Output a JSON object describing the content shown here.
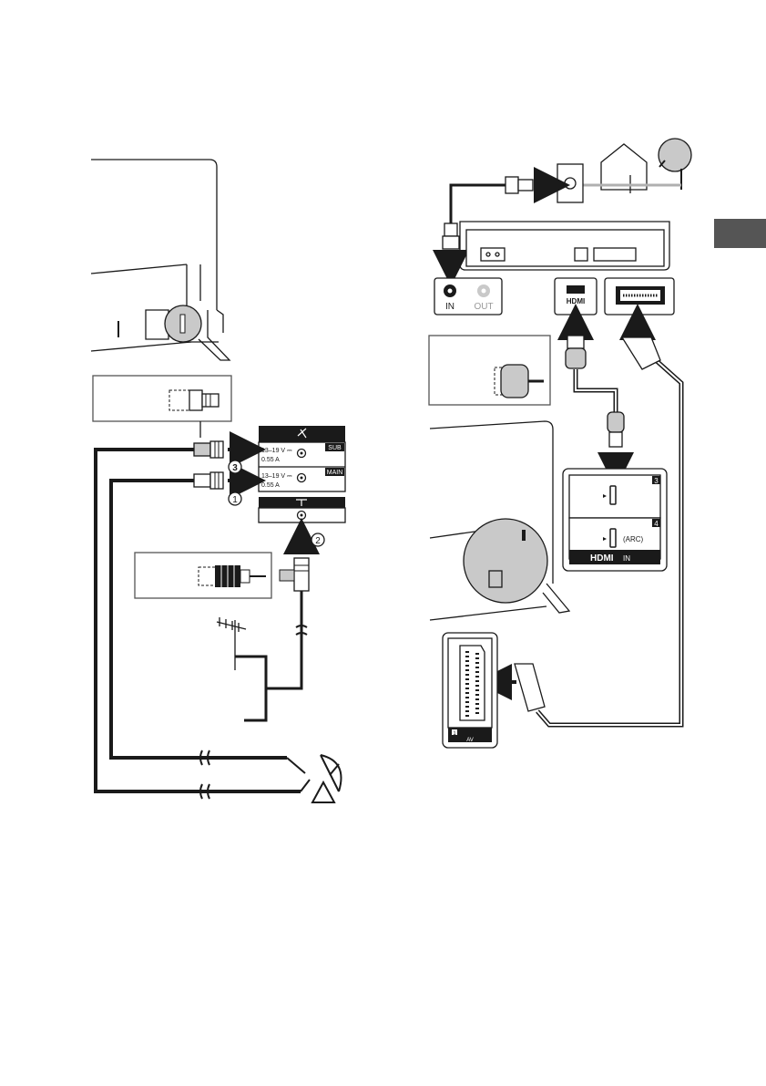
{
  "satellite_panel": {
    "sub_label": "SUB",
    "main_label": "MAIN",
    "spec_voltage": "13–19 V ⎓",
    "spec_current": "0.55 A"
  },
  "steps": [
    "3",
    "1",
    "2"
  ],
  "antenna_box": {
    "in_label": "IN",
    "out_label": "OUT"
  },
  "hdmi_port": {
    "logo": "HDMI"
  },
  "hdmi_panel": {
    "port_3": "3",
    "port_4": "4",
    "arc_label": "(ARC)",
    "logo": "HDMI",
    "in_label": "IN"
  },
  "scart_panel": {
    "port_number": "1",
    "av_label": "AV"
  },
  "colors": {
    "line": "#1a1a1a",
    "panel_dark": "#1a1a1a",
    "zoom_fill": "#c9c9c9",
    "side_tab": "#555555",
    "light_line": "#b0b0b0"
  },
  "icons": [
    "satellite-dish-icon",
    "terrestrial-antenna-icon",
    "house-icon",
    "wall-socket-icon",
    "tv-outline-icon"
  ]
}
